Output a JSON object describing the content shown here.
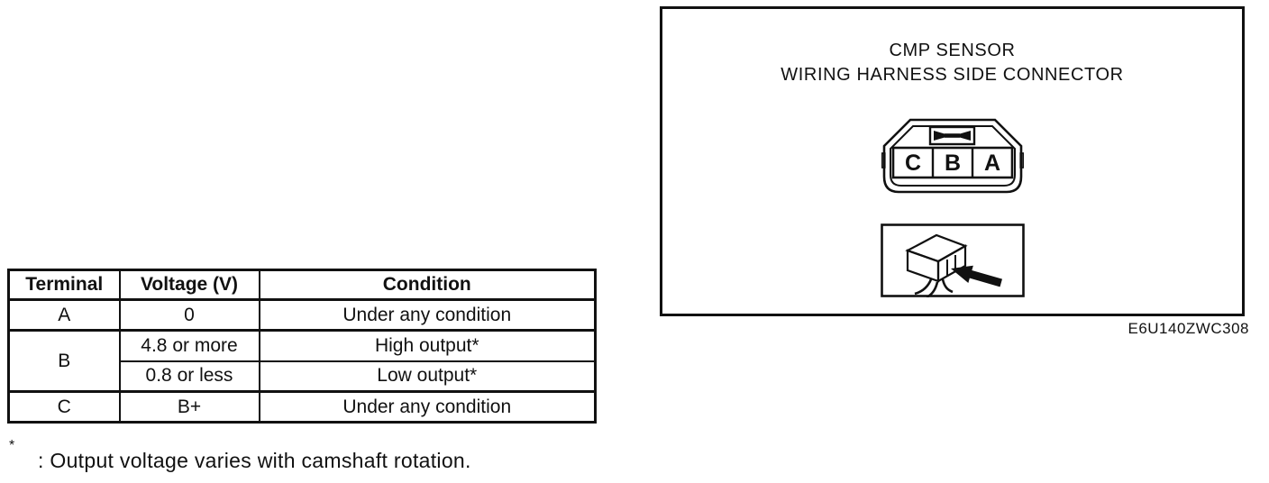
{
  "page": {
    "background": "#ffffff",
    "ink": "#111111"
  },
  "table": {
    "headers": [
      "Terminal",
      "Voltage (V)",
      "Condition"
    ],
    "rows": [
      {
        "terminal": "A",
        "voltage": "0",
        "condition": "Under any condition"
      },
      {
        "terminal": "B",
        "voltage": "4.8 or more",
        "condition": "High output*"
      },
      {
        "voltage": "0.8 or less",
        "condition": "Low output*"
      },
      {
        "terminal": "C",
        "voltage": "B+",
        "condition": "Under any condition"
      }
    ]
  },
  "footnote": {
    "marker": "*",
    "text": ": Output voltage varies with camshaft rotation."
  },
  "diagram": {
    "title_line1": "CMP SENSOR",
    "title_line2": "WIRING HARNESS SIDE CONNECTOR",
    "pins": [
      "C",
      "B",
      "A"
    ],
    "figure_code": "E6U140ZWC308"
  }
}
